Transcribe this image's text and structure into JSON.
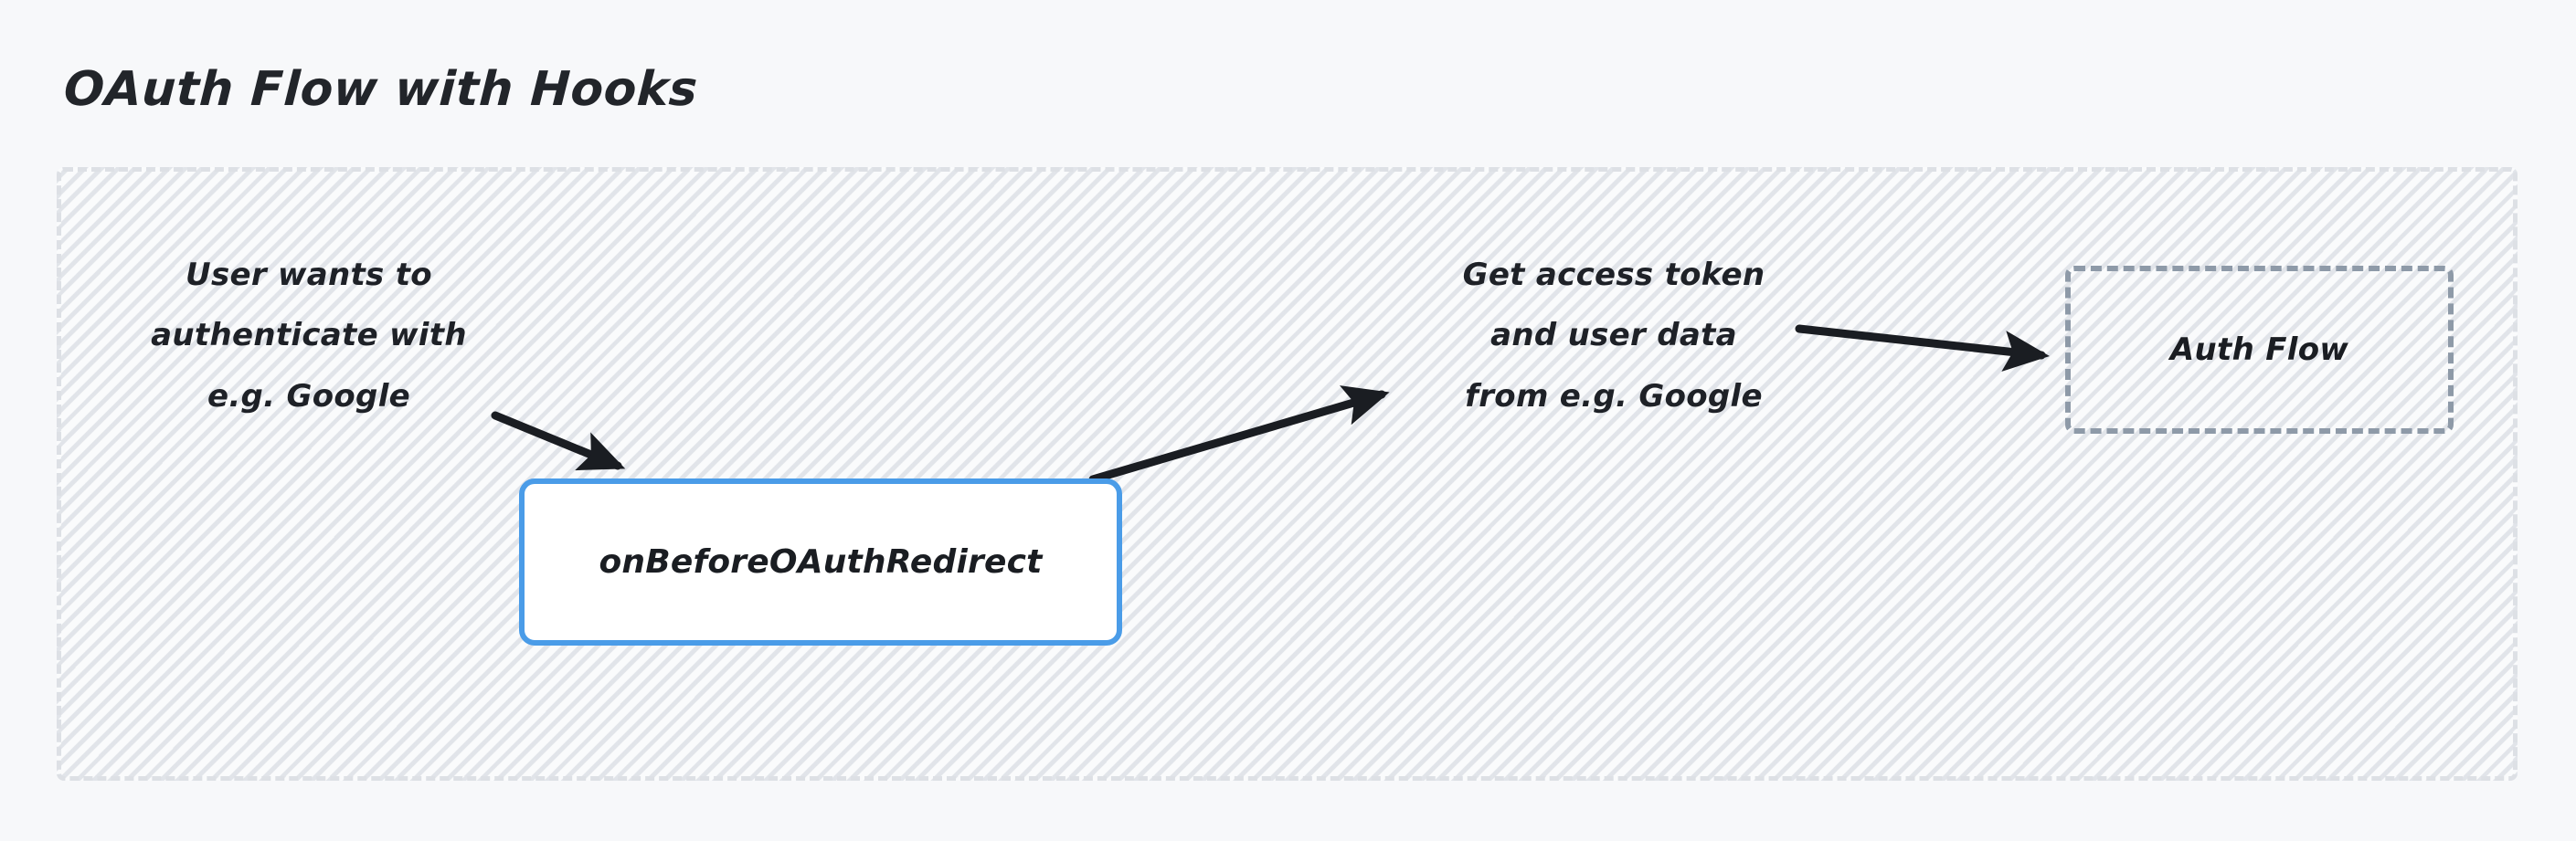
{
  "page": {
    "background_color": "#f7f8fa",
    "title": "OAuth Flow with Hooks"
  },
  "container": {
    "name": "flow-container",
    "border_color": "#dde0e5",
    "border_style": "dashed"
  },
  "labels": [
    {
      "id": "label-user-auth",
      "text": "User wants to\nauthenticate with\ne.g. Google"
    },
    {
      "id": "label-get-token",
      "text": "Get access token\nand user data\nfrom e.g. Google"
    }
  ],
  "nodes": [
    {
      "id": "hook-node",
      "label": "onBeforeOAuthRedirect",
      "border_color": "#4a9ce8",
      "fill_color": "#ffffff",
      "border_style": "solid"
    },
    {
      "id": "auth-flow-node",
      "label": "Auth Flow",
      "border_color": "#8e9aa8",
      "fill_color": "transparent",
      "border_style": "dashed"
    }
  ],
  "arrows": [
    {
      "id": "arrow-user-to-hook",
      "from": "label-user-auth",
      "to": "hook-node",
      "color": "#1a1d22"
    },
    {
      "id": "arrow-hook-to-token",
      "from": "hook-node",
      "to": "label-get-token",
      "color": "#1a1d22"
    },
    {
      "id": "arrow-token-to-auth-flow",
      "from": "label-get-token",
      "to": "auth-flow-node",
      "color": "#1a1d22"
    }
  ]
}
